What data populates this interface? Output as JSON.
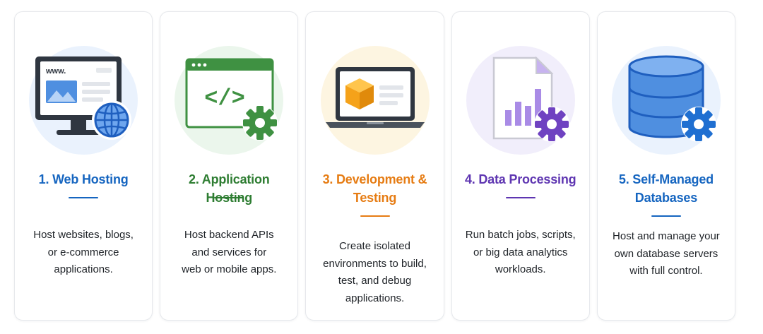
{
  "cards": [
    {
      "title": "1. Web Hosting",
      "description": "Host websites, blogs,\nor e-commerce\napplications.",
      "icon": "monitor-globe-icon",
      "accent": "#1565c0",
      "halo": "#eaf2fd",
      "monitor_text": "www."
    },
    {
      "title": "2. Application Hosting",
      "description": "Host backend APIs\nand services for\nweb or mobile apps.",
      "icon": "code-window-gear-icon",
      "accent": "#2e7d32",
      "halo": "#ebf6ec",
      "code_text": "</>"
    },
    {
      "title": "3. Development &\nTesting",
      "description": "Create isolated\nenvironments to build,\ntest, and debug\napplications.",
      "icon": "laptop-cube-icon",
      "accent": "#e67c13",
      "halo": "#fdf5e1"
    },
    {
      "title": "4. Data Processing",
      "description": "Run batch jobs, scripts,\nor big data analytics\nworkloads.",
      "icon": "chart-document-gear-icon",
      "accent": "#5e35b1",
      "halo": "#f1eefb"
    },
    {
      "title": "5. Self-Managed\nDatabases",
      "description": "Host and manage your\nown database servers\nwith full control.",
      "icon": "database-gear-icon",
      "accent": "#1565c0",
      "halo": "#eaf2fd"
    }
  ]
}
